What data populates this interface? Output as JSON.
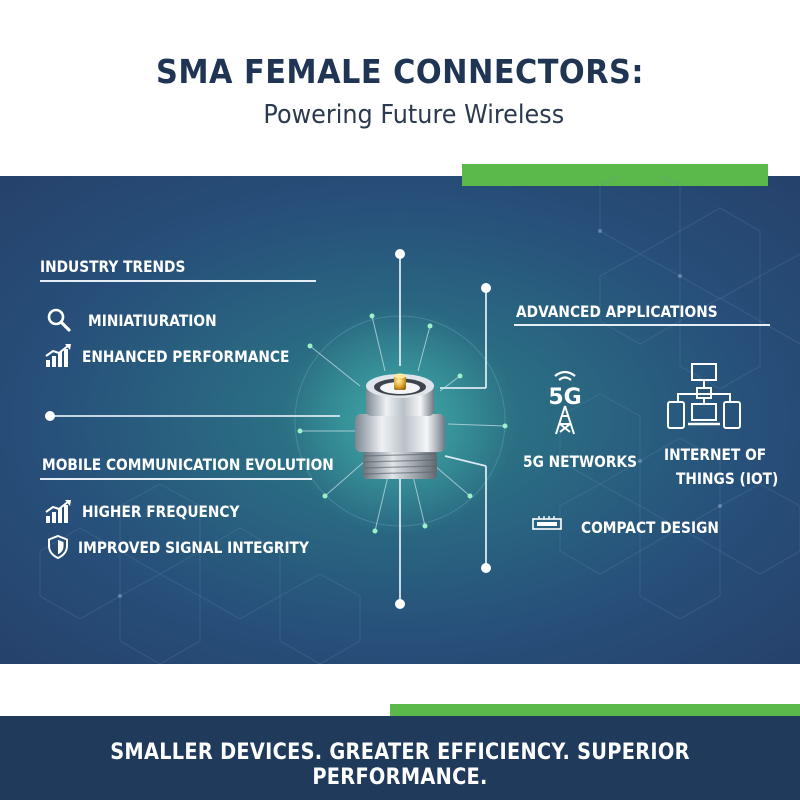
{
  "header": {
    "title": "SMA FEMALE CONNECTORS:",
    "subtitle": "Powering Future Wireless"
  },
  "left": {
    "industry_trends": {
      "heading": "INDUSTRY TRENDS",
      "items": [
        {
          "label": "MINIATIURATION",
          "icon": "magnifier-icon"
        },
        {
          "label": "ENHANCED PERFORMANCE",
          "icon": "bar-chart-up-icon"
        }
      ]
    },
    "mobile_evolution": {
      "heading": "MOBILE COMMUNICATION EVOLUTION",
      "items": [
        {
          "label": "HIGHER FREQUENCY",
          "icon": "bar-chart-up-icon"
        },
        {
          "label": "IMPROVED SIGNAL INTEGRITY",
          "icon": "shield-icon"
        }
      ]
    }
  },
  "right": {
    "heading": "ADVANCED APPLICATIONS",
    "apps": [
      {
        "label": "5G NETWORKS",
        "icon": "5g-tower-icon",
        "icon_text": "5G"
      },
      {
        "label_line1": "INTERNET OF",
        "label_line2": "THINGS (IOT)",
        "icon": "iot-devices-icon"
      },
      {
        "label": "COMPACT DESIGN",
        "icon": "chip-icon"
      }
    ]
  },
  "footer": {
    "tagline": "SMALLER DEVICES. GREATER EFFICIENCY. SUPERIOR PERFORMANCE."
  },
  "colors": {
    "navy": "#1f3553",
    "accent_green": "#5bb84a",
    "panel_blue": "#27507a",
    "panel_teal": "#2f7f8a",
    "footer_navy": "#1f3a5a"
  }
}
